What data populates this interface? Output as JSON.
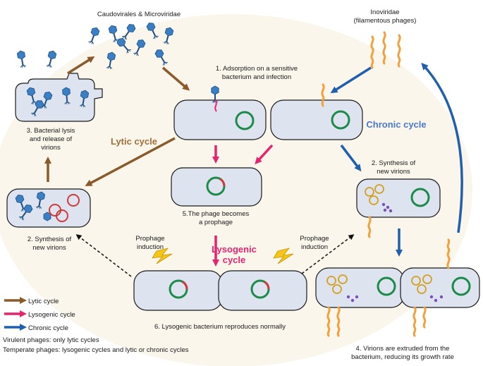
{
  "labels": {
    "caudovirales": "Caudovirales & Microviridae",
    "inoviridae_1": "Inoviridae",
    "inoviridae_2": "(filamentous phages)",
    "step1_1": "1.  Adsorption on a sensitive",
    "step1_2": "bacterium and infection",
    "chronic_cycle": "Chronic cycle",
    "lytic_cycle": "Lytic cycle",
    "lysogenic_cycle_1": "Lysogenic",
    "lysogenic_cycle_2": "cycle",
    "lysis_1": "3. Bacterial lysis",
    "lysis_2": "and release of",
    "lysis_3": "virions",
    "synth_left_1": "2. Synthesis of",
    "synth_left_2": "new virions",
    "synth_right_1": "2. Synthesis of",
    "synth_right_2": "new virions",
    "prophage_1": "5.The phage becomes",
    "prophage_2": "a prophage",
    "induction_left_1": "Prophage",
    "induction_left_2": "induction",
    "induction_right_1": "Prophage",
    "induction_right_2": "induction",
    "reproduces": "6. Lysogenic bacterium reproduces normally",
    "extruded_1": "4. Virions are extruded from the",
    "extruded_2": "bacterium, reducing its growth rate"
  },
  "legend": {
    "lytic": "Lytic cycle",
    "lysogenic": "Lysogenic cycle",
    "chronic": "Chronic cycle"
  },
  "notes": {
    "virulent": "Virulent phages: only lytic cycles",
    "temperate": "Temperate phages: lysogenic cycles and lytic or chronic cycles"
  },
  "colors": {
    "lytic": "#8b5a2b",
    "lysogenic": "#e6246e",
    "chronic": "#1f5fae",
    "cell_fill": "#dde4f0",
    "cell_stroke": "#1a1a1a",
    "dna": "#1e8a4a",
    "virion": "#3a7fc4",
    "filament": "#f2a13a",
    "capsid_ring": "#d4a020",
    "red_ring": "#d03a3a",
    "purple_dot": "#7a4fb8",
    "bolt": "#f5c518"
  }
}
